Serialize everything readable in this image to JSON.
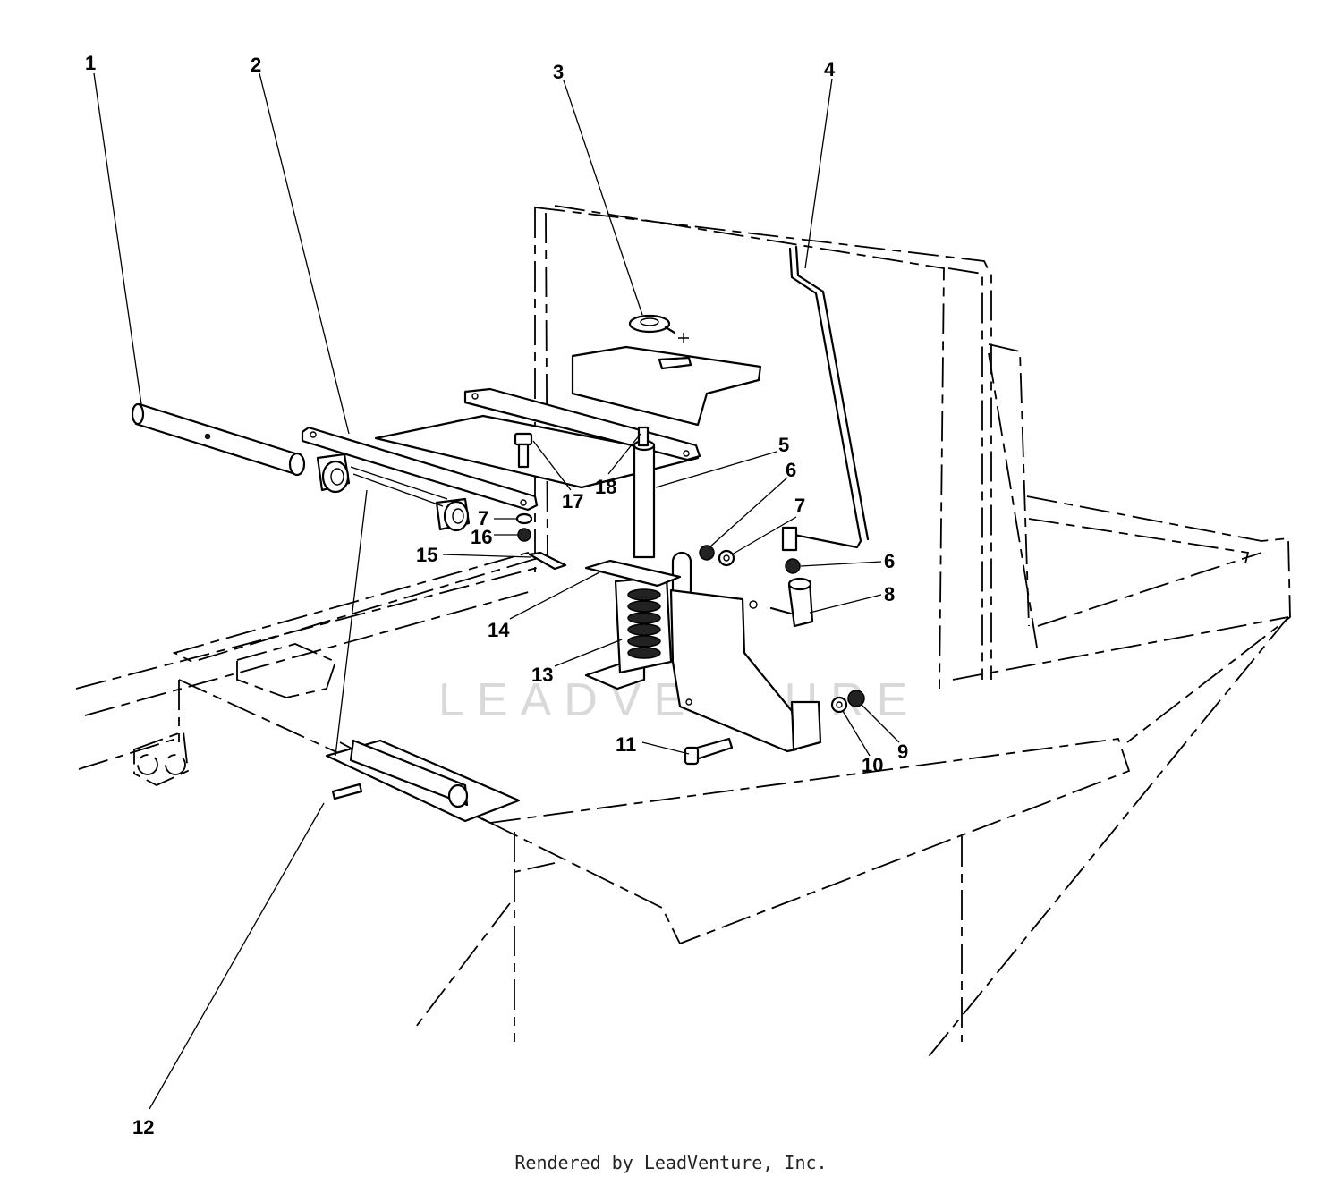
{
  "watermark": "LEADVENTURE",
  "credit": "Rendered by LeadVenture, Inc.",
  "callouts": [
    {
      "id": "c1",
      "label": "1"
    },
    {
      "id": "c2",
      "label": "2"
    },
    {
      "id": "c3",
      "label": "3"
    },
    {
      "id": "c4",
      "label": "4"
    },
    {
      "id": "c5",
      "label": "5"
    },
    {
      "id": "c6a",
      "label": "6"
    },
    {
      "id": "c6b",
      "label": "6"
    },
    {
      "id": "c7a",
      "label": "7"
    },
    {
      "id": "c7b",
      "label": "7"
    },
    {
      "id": "c8",
      "label": "8"
    },
    {
      "id": "c9",
      "label": "9"
    },
    {
      "id": "c10",
      "label": "10"
    },
    {
      "id": "c11",
      "label": "11"
    },
    {
      "id": "c12",
      "label": "12"
    },
    {
      "id": "c13",
      "label": "13"
    },
    {
      "id": "c14",
      "label": "14"
    },
    {
      "id": "c15",
      "label": "15"
    },
    {
      "id": "c16",
      "label": "16"
    },
    {
      "id": "c17",
      "label": "17"
    },
    {
      "id": "c18",
      "label": "18"
    }
  ]
}
